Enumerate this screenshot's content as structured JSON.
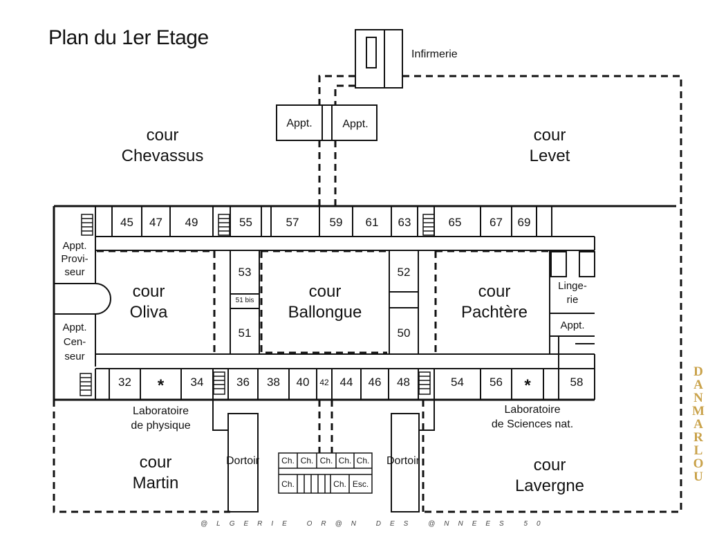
{
  "title": "Plan du 1er Etage",
  "courtyards": {
    "chevassus": [
      "cour",
      "Chevassus"
    ],
    "levet": [
      "cour",
      "Levet"
    ],
    "oliva": [
      "cour",
      "Oliva"
    ],
    "ballongue": [
      "cour",
      "Ballongue"
    ],
    "pachtere": [
      "cour",
      "Pachtère"
    ],
    "martin": [
      "cour",
      "Martin"
    ],
    "lavergne": [
      "cour",
      "Lavergne"
    ]
  },
  "buildings": {
    "infirmerie": "Infirmerie",
    "appt_left": "Appt.",
    "appt_right": "Appt.",
    "appt_proviseur": [
      "Appt.",
      "Provi-",
      "seur"
    ],
    "appt_censeur": [
      "Appt.",
      "Cen-",
      "seur"
    ],
    "lingerie": [
      "Linge-",
      "rie"
    ],
    "appt_east": "Appt.",
    "labo_physique": [
      "Laboratoire",
      "de physique"
    ],
    "labo_sciences": [
      "Laboratoire",
      "de Sciences nat."
    ],
    "dortoir_left": "Dortoir",
    "dortoir_right": "Dortoir"
  },
  "rooms": {
    "top": [
      "45",
      "47",
      "49",
      "55",
      "57",
      "59",
      "61",
      "63",
      "65",
      "67",
      "69"
    ],
    "bottom": [
      "32",
      "34",
      "36",
      "38",
      "40",
      "42",
      "44",
      "46",
      "48",
      "54",
      "56",
      "58"
    ],
    "center_left": [
      "53",
      "51 bis",
      "51"
    ],
    "center_right": [
      "52",
      "50"
    ],
    "stars": [
      "*",
      "*"
    ]
  },
  "chambers": {
    "row1": [
      "Ch.",
      "Ch.",
      "Ch.",
      "Ch.",
      "Ch."
    ],
    "row2": [
      "Ch.",
      "Ch.",
      "Esc."
    ]
  },
  "footer": "@LGERIE OR@N DES @NNEES 50",
  "watermark": "DANMARLOU"
}
